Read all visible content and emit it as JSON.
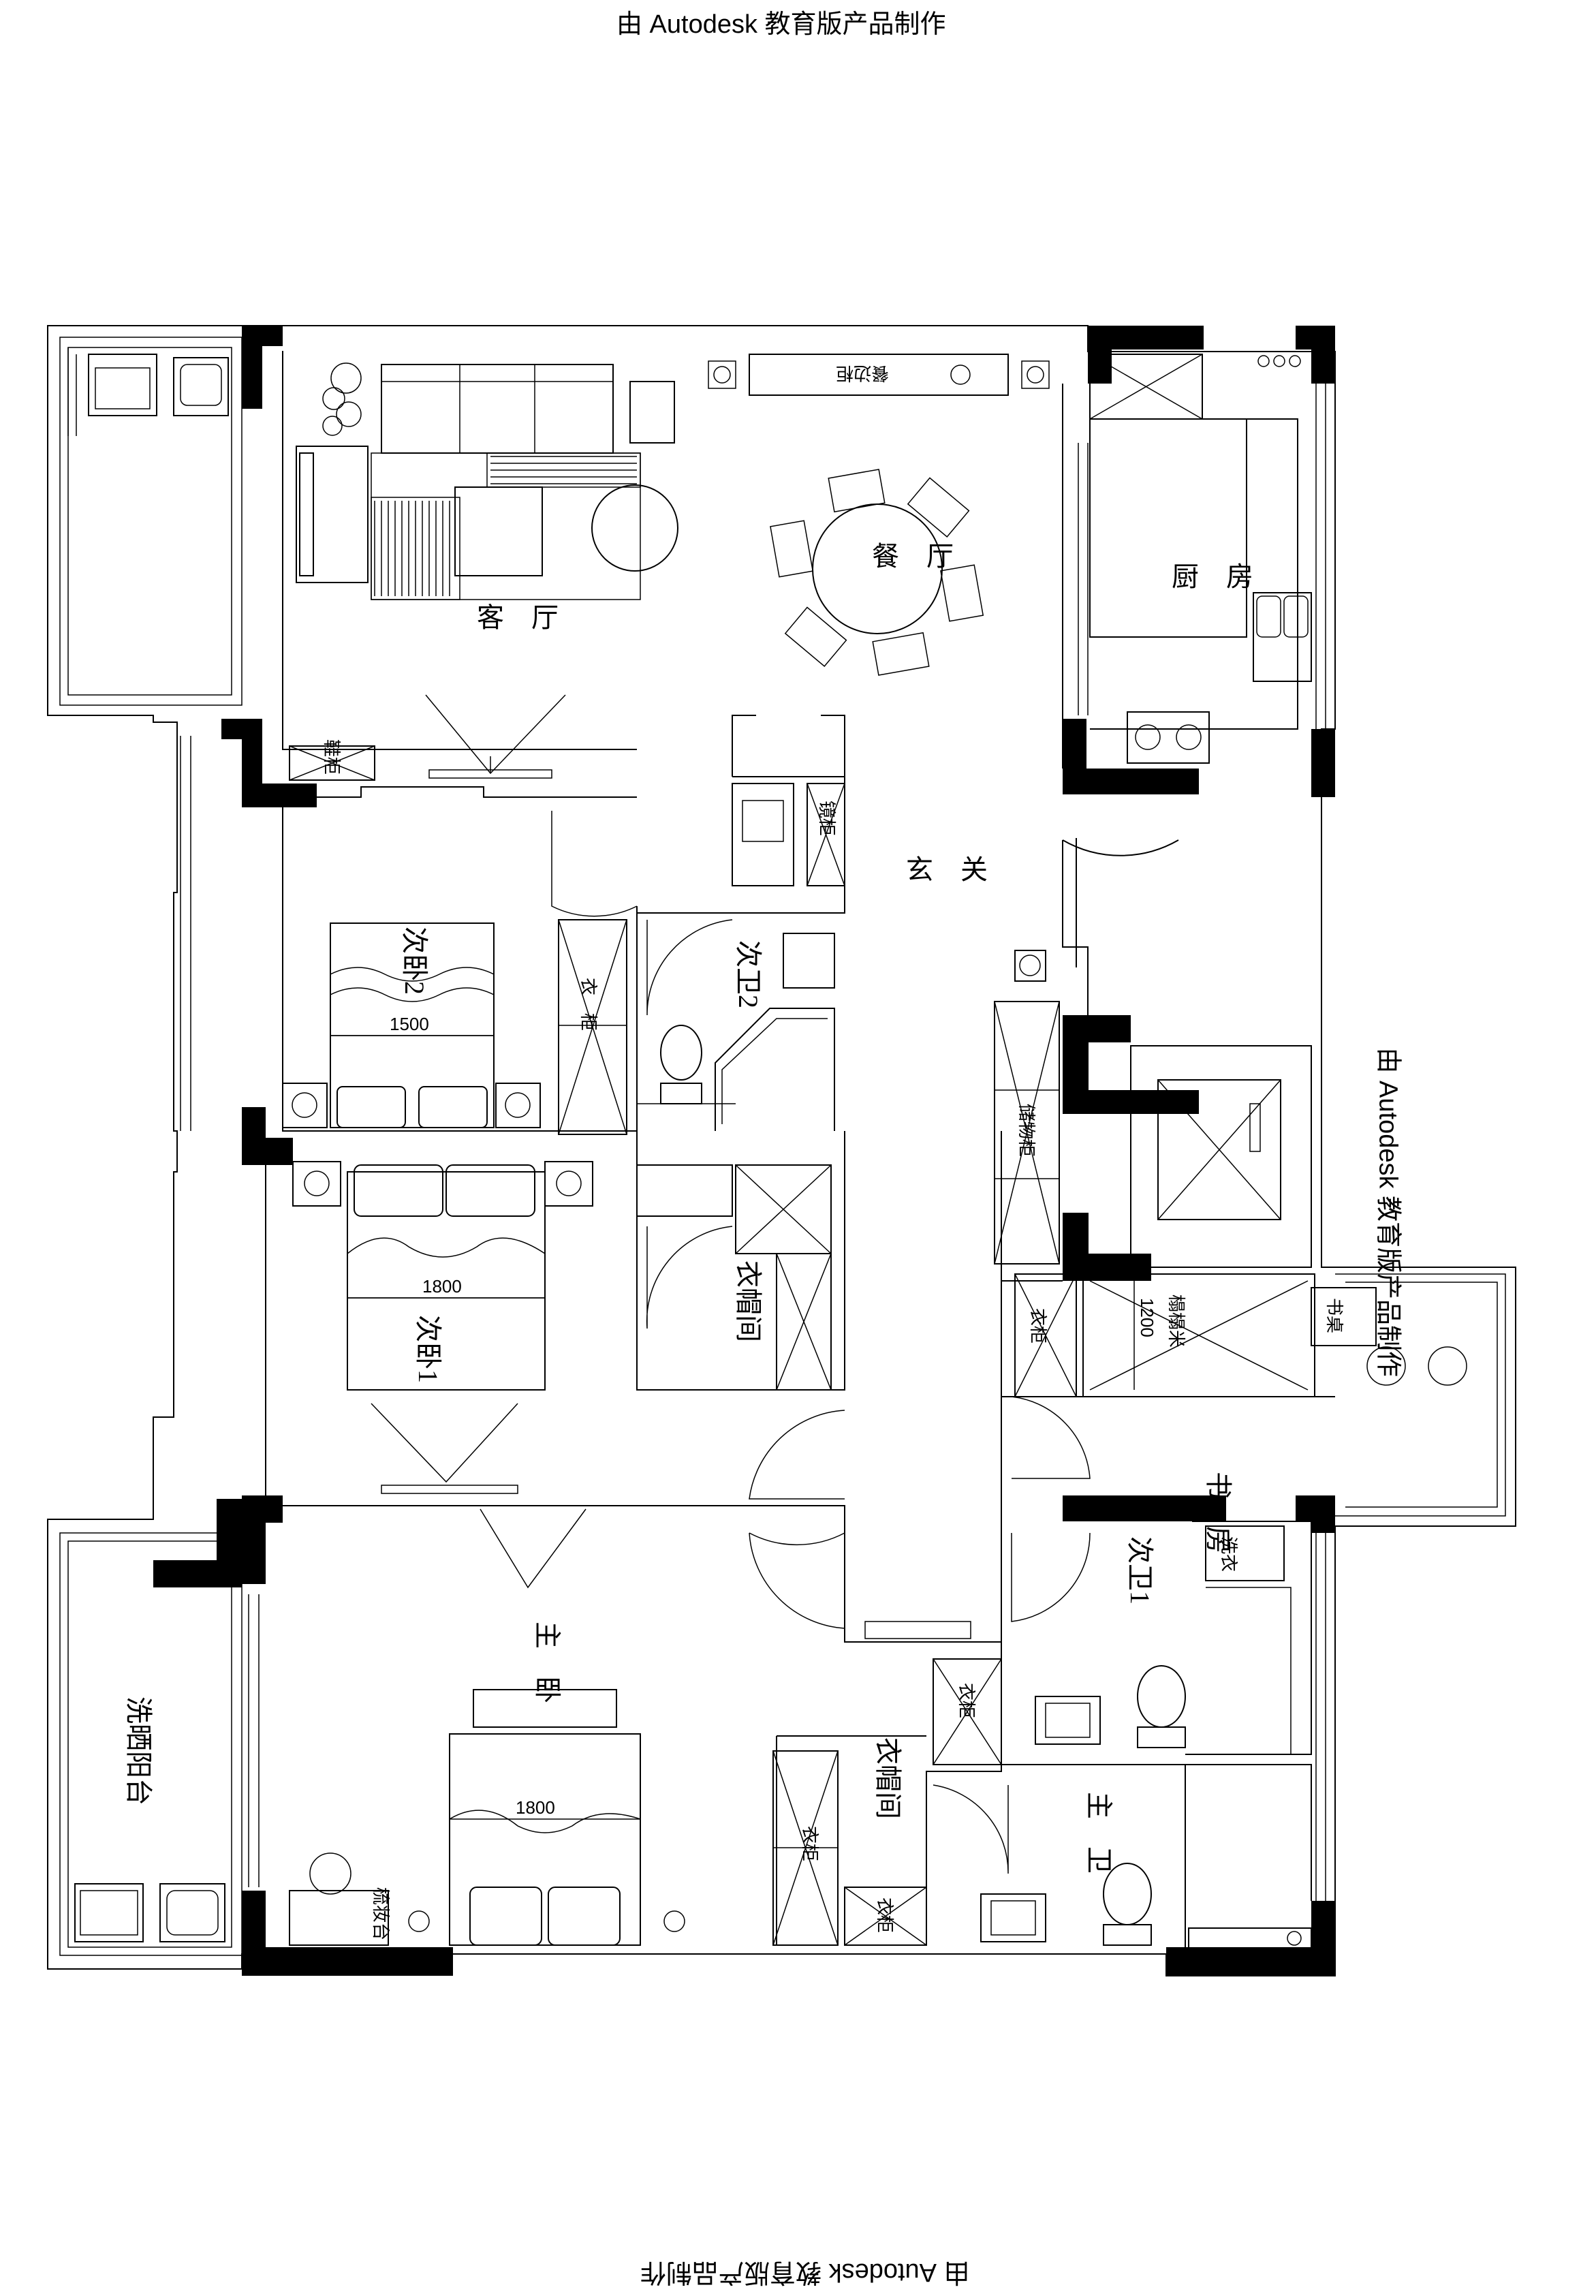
{
  "watermark": {
    "text": "由 Autodesk 教育版产品制作"
  },
  "rooms": {
    "living_room": "客　厅",
    "dining_room": "餐　厅",
    "kitchen": "厨　房",
    "entrance": "玄　关",
    "bedroom2": "次卧2",
    "bath2": "次卫2",
    "bedroom1": "次卧1",
    "walkin_closet": "衣帽间",
    "master_bedroom": "主　卧",
    "master_closet": "衣帽间",
    "master_bath": "主　卫",
    "bath1": "次卫1",
    "study": "书　房",
    "laundry_balcony": "洗晒阳台"
  },
  "furniture": {
    "sideboard": "餐边柜",
    "shoe_cabinet": "鞋柜",
    "wardrobe": "衣　柜",
    "storage_cabinet": "储物柜",
    "tatami": "榻榻米",
    "desk": "书桌",
    "dresser": "梳妆台",
    "wardrobe_short": "衣柜",
    "mirror_cabinet": "镜柜",
    "washer": "洗衣"
  },
  "dimensions": {
    "bed2_width": "1500",
    "bed1_width": "1800",
    "master_bed_width": "1800",
    "tatami_width": "1200"
  }
}
